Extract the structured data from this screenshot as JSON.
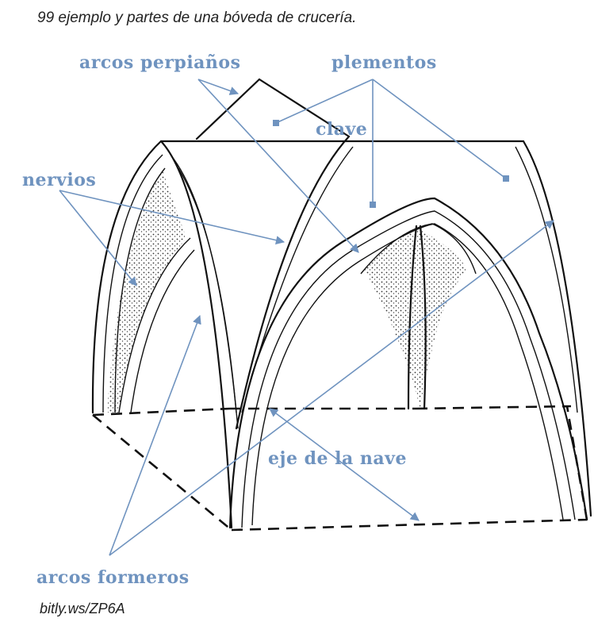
{
  "caption": "99 ejemplo y partes de una bóveda de crucería.",
  "source": "bitly.ws/ZP6A",
  "labels": {
    "arcos_perpianos": "arcos perpiaños",
    "plementos": "plementos",
    "clave": "clave",
    "nervios": "nervios",
    "eje_nave": "eje de la nave",
    "arcos_formeros": "arcos formeros"
  },
  "colors": {
    "label": "#6f93bf",
    "ink": "#111111",
    "background": "#ffffff"
  }
}
